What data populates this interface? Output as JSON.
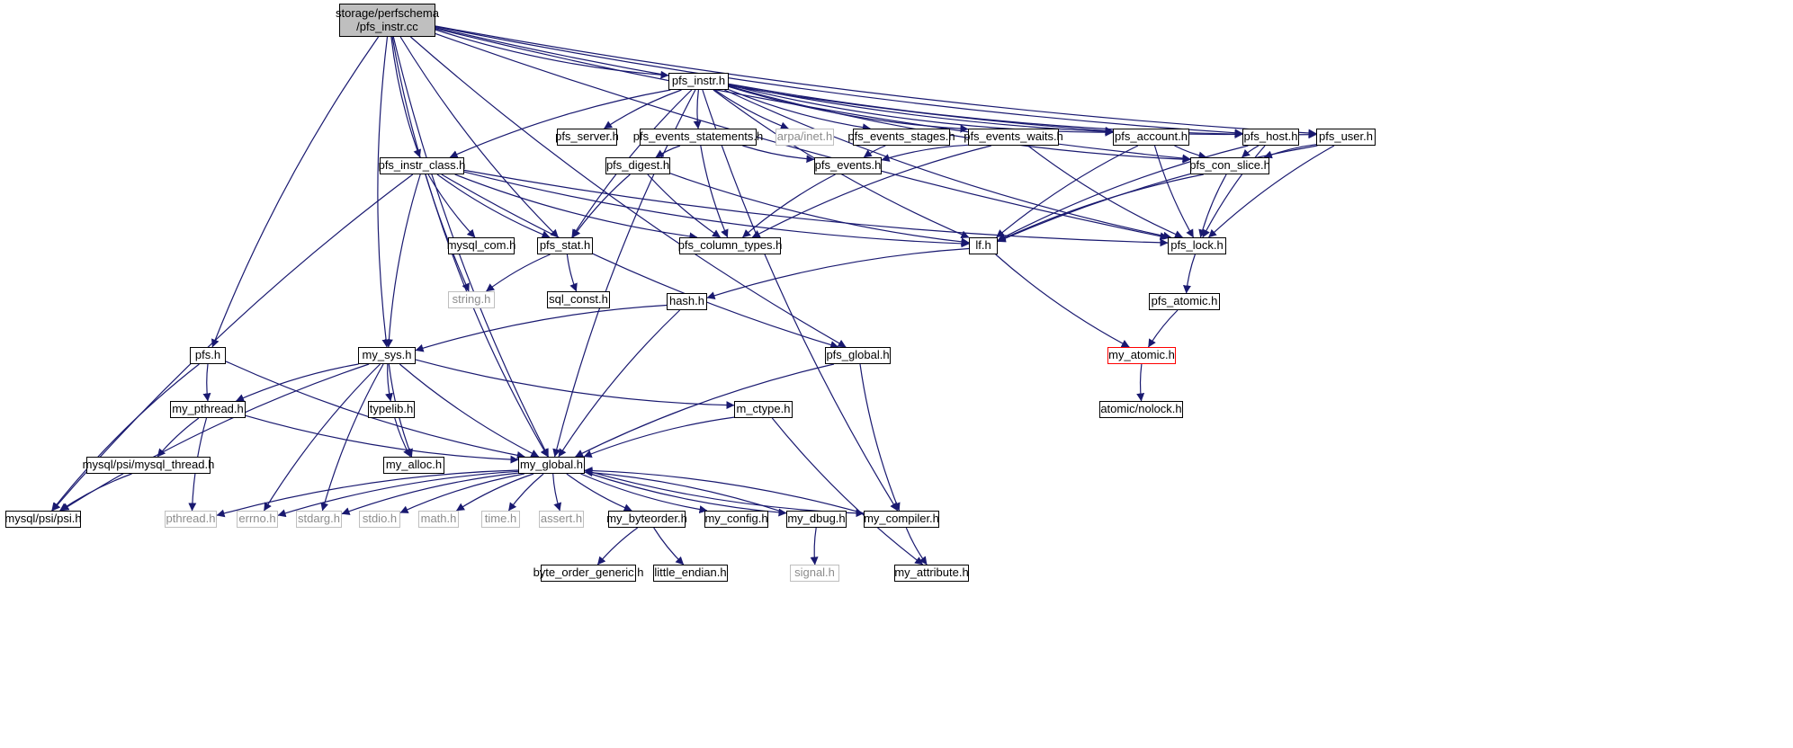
{
  "diagram": {
    "nodes": [
      {
        "id": "root",
        "label": "storage/perfschema\n/pfs_instr.cc",
        "kind": "root"
      },
      {
        "id": "pfs_instr_h",
        "label": "pfs_instr.h",
        "kind": "normal"
      },
      {
        "id": "pfs_server_h",
        "label": "pfs_server.h",
        "kind": "normal"
      },
      {
        "id": "pfs_events_statements_h",
        "label": "pfs_events_statements.h",
        "kind": "normal"
      },
      {
        "id": "arpa_inet_h",
        "label": "arpa/inet.h",
        "kind": "missing"
      },
      {
        "id": "pfs_events_stages_h",
        "label": "pfs_events_stages.h",
        "kind": "normal"
      },
      {
        "id": "pfs_events_waits_h",
        "label": "pfs_events_waits.h",
        "kind": "normal"
      },
      {
        "id": "pfs_account_h",
        "label": "pfs_account.h",
        "kind": "normal"
      },
      {
        "id": "pfs_host_h",
        "label": "pfs_host.h",
        "kind": "normal"
      },
      {
        "id": "pfs_user_h",
        "label": "pfs_user.h",
        "kind": "normal"
      },
      {
        "id": "pfs_instr_class_h",
        "label": "pfs_instr_class.h",
        "kind": "normal"
      },
      {
        "id": "pfs_digest_h",
        "label": "pfs_digest.h",
        "kind": "normal"
      },
      {
        "id": "pfs_events_h",
        "label": "pfs_events.h",
        "kind": "normal"
      },
      {
        "id": "pfs_con_slice_h",
        "label": "pfs_con_slice.h",
        "kind": "normal"
      },
      {
        "id": "mysql_com_h",
        "label": "mysql_com.h",
        "kind": "normal"
      },
      {
        "id": "pfs_stat_h",
        "label": "pfs_stat.h",
        "kind": "normal"
      },
      {
        "id": "pfs_column_types_h",
        "label": "pfs_column_types.h",
        "kind": "normal"
      },
      {
        "id": "lf_h",
        "label": "lf.h",
        "kind": "normal"
      },
      {
        "id": "pfs_lock_h",
        "label": "pfs_lock.h",
        "kind": "normal"
      },
      {
        "id": "string_h",
        "label": "string.h",
        "kind": "missing"
      },
      {
        "id": "sql_const_h",
        "label": "sql_const.h",
        "kind": "normal"
      },
      {
        "id": "hash_h",
        "label": "hash.h",
        "kind": "normal"
      },
      {
        "id": "pfs_atomic_h",
        "label": "pfs_atomic.h",
        "kind": "normal"
      },
      {
        "id": "pfs_h",
        "label": "pfs.h",
        "kind": "normal"
      },
      {
        "id": "my_sys_h",
        "label": "my_sys.h",
        "kind": "normal"
      },
      {
        "id": "pfs_global_h",
        "label": "pfs_global.h",
        "kind": "normal"
      },
      {
        "id": "my_atomic_h",
        "label": "my_atomic.h",
        "kind": "truncated"
      },
      {
        "id": "my_pthread_h",
        "label": "my_pthread.h",
        "kind": "normal"
      },
      {
        "id": "typelib_h",
        "label": "typelib.h",
        "kind": "normal"
      },
      {
        "id": "m_ctype_h",
        "label": "m_ctype.h",
        "kind": "normal"
      },
      {
        "id": "atomic_nolock_h",
        "label": "atomic/nolock.h",
        "kind": "normal"
      },
      {
        "id": "mysql_thread_h",
        "label": "mysql/psi/mysql_thread.h",
        "kind": "normal"
      },
      {
        "id": "my_alloc_h",
        "label": "my_alloc.h",
        "kind": "normal"
      },
      {
        "id": "my_global_h",
        "label": "my_global.h",
        "kind": "normal"
      },
      {
        "id": "psi_h",
        "label": "mysql/psi/psi.h",
        "kind": "normal"
      },
      {
        "id": "pthread_h",
        "label": "pthread.h",
        "kind": "missing"
      },
      {
        "id": "errno_h",
        "label": "errno.h",
        "kind": "missing"
      },
      {
        "id": "stdarg_h",
        "label": "stdarg.h",
        "kind": "missing"
      },
      {
        "id": "stdio_h",
        "label": "stdio.h",
        "kind": "missing"
      },
      {
        "id": "math_h",
        "label": "math.h",
        "kind": "missing"
      },
      {
        "id": "time_h",
        "label": "time.h",
        "kind": "missing"
      },
      {
        "id": "assert_h",
        "label": "assert.h",
        "kind": "missing"
      },
      {
        "id": "my_byteorder_h",
        "label": "my_byteorder.h",
        "kind": "normal"
      },
      {
        "id": "my_config_h",
        "label": "my_config.h",
        "kind": "normal"
      },
      {
        "id": "my_dbug_h",
        "label": "my_dbug.h",
        "kind": "normal"
      },
      {
        "id": "my_compiler_h",
        "label": "my_compiler.h",
        "kind": "normal"
      },
      {
        "id": "byte_order_generic_h",
        "label": "byte_order_generic.h",
        "kind": "normal"
      },
      {
        "id": "little_endian_h",
        "label": "little_endian.h",
        "kind": "normal"
      },
      {
        "id": "signal_h",
        "label": "signal.h",
        "kind": "missing"
      },
      {
        "id": "my_attribute_h",
        "label": "my_attribute.h",
        "kind": "normal"
      }
    ],
    "edges": [
      [
        "root",
        "pfs_instr_h"
      ],
      [
        "root",
        "pfs_instr_class_h"
      ],
      [
        "root",
        "pfs_stat_h"
      ],
      [
        "root",
        "string_h"
      ],
      [
        "root",
        "my_sys_h"
      ],
      [
        "root",
        "pfs_h"
      ],
      [
        "root",
        "my_global_h"
      ],
      [
        "root",
        "pfs_global_h"
      ],
      [
        "root",
        "pfs_account_h"
      ],
      [
        "root",
        "pfs_host_h"
      ],
      [
        "root",
        "pfs_user_h"
      ],
      [
        "root",
        "pfs_con_slice_h"
      ],
      [
        "root",
        "pfs_lock_h"
      ],
      [
        "pfs_instr_h",
        "pfs_server_h"
      ],
      [
        "pfs_instr_h",
        "pfs_events_statements_h"
      ],
      [
        "pfs_instr_h",
        "arpa_inet_h"
      ],
      [
        "pfs_instr_h",
        "pfs_events_stages_h"
      ],
      [
        "pfs_instr_h",
        "pfs_events_waits_h"
      ],
      [
        "pfs_instr_h",
        "pfs_account_h"
      ],
      [
        "pfs_instr_h",
        "pfs_host_h"
      ],
      [
        "pfs_instr_h",
        "pfs_user_h"
      ],
      [
        "pfs_instr_h",
        "pfs_instr_class_h"
      ],
      [
        "pfs_instr_h",
        "pfs_stat_h"
      ],
      [
        "pfs_instr_h",
        "lf_h"
      ],
      [
        "pfs_instr_h",
        "my_global_h"
      ],
      [
        "pfs_instr_h",
        "my_compiler_h"
      ],
      [
        "pfs_instr_h",
        "pfs_con_slice_h"
      ],
      [
        "pfs_instr_h",
        "pfs_lock_h"
      ],
      [
        "pfs_events_statements_h",
        "pfs_digest_h"
      ],
      [
        "pfs_events_statements_h",
        "pfs_events_h"
      ],
      [
        "pfs_events_statements_h",
        "pfs_column_types_h"
      ],
      [
        "pfs_events_stages_h",
        "pfs_events_h"
      ],
      [
        "pfs_events_waits_h",
        "pfs_events_h"
      ],
      [
        "pfs_events_waits_h",
        "pfs_column_types_h"
      ],
      [
        "pfs_events_waits_h",
        "pfs_lock_h"
      ],
      [
        "pfs_account_h",
        "lf_h"
      ],
      [
        "pfs_account_h",
        "pfs_con_slice_h"
      ],
      [
        "pfs_account_h",
        "pfs_lock_h"
      ],
      [
        "pfs_host_h",
        "lf_h"
      ],
      [
        "pfs_host_h",
        "pfs_con_slice_h"
      ],
      [
        "pfs_host_h",
        "pfs_lock_h"
      ],
      [
        "pfs_user_h",
        "lf_h"
      ],
      [
        "pfs_user_h",
        "pfs_con_slice_h"
      ],
      [
        "pfs_user_h",
        "pfs_lock_h"
      ],
      [
        "pfs_con_slice_h",
        "lf_h"
      ],
      [
        "pfs_con_slice_h",
        "pfs_lock_h"
      ],
      [
        "pfs_digest_h",
        "pfs_stat_h"
      ],
      [
        "pfs_digest_h",
        "pfs_column_types_h"
      ],
      [
        "pfs_digest_h",
        "lf_h"
      ],
      [
        "pfs_events_h",
        "pfs_column_types_h"
      ],
      [
        "pfs_instr_class_h",
        "mysql_com_h"
      ],
      [
        "pfs_instr_class_h",
        "pfs_stat_h"
      ],
      [
        "pfs_instr_class_h",
        "pfs_column_types_h"
      ],
      [
        "pfs_instr_class_h",
        "lf_h"
      ],
      [
        "pfs_instr_class_h",
        "pfs_lock_h"
      ],
      [
        "pfs_instr_class_h",
        "pfs_global_h"
      ],
      [
        "pfs_instr_class_h",
        "my_sys_h"
      ],
      [
        "pfs_instr_class_h",
        "my_global_h"
      ],
      [
        "pfs_instr_class_h",
        "psi_h"
      ],
      [
        "pfs_stat_h",
        "string_h"
      ],
      [
        "pfs_stat_h",
        "sql_const_h"
      ],
      [
        "lf_h",
        "hash_h"
      ],
      [
        "lf_h",
        "my_atomic_h"
      ],
      [
        "pfs_lock_h",
        "pfs_atomic_h"
      ],
      [
        "pfs_atomic_h",
        "my_atomic_h"
      ],
      [
        "hash_h",
        "my_sys_h"
      ],
      [
        "hash_h",
        "my_global_h"
      ],
      [
        "my_atomic_h",
        "atomic_nolock_h"
      ],
      [
        "pfs_h",
        "my_pthread_h"
      ],
      [
        "pfs_h",
        "psi_h"
      ],
      [
        "pfs_h",
        "my_global_h"
      ],
      [
        "my_sys_h",
        "my_pthread_h"
      ],
      [
        "my_sys_h",
        "typelib_h"
      ],
      [
        "my_sys_h",
        "my_alloc_h"
      ],
      [
        "my_sys_h",
        "m_ctype_h"
      ],
      [
        "my_sys_h",
        "my_global_h"
      ],
      [
        "my_sys_h",
        "psi_h"
      ],
      [
        "my_sys_h",
        "errno_h"
      ],
      [
        "my_sys_h",
        "stdarg_h"
      ],
      [
        "pfs_global_h",
        "my_global_h"
      ],
      [
        "pfs_global_h",
        "my_compiler_h"
      ],
      [
        "my_pthread_h",
        "mysql_thread_h"
      ],
      [
        "my_pthread_h",
        "my_global_h"
      ],
      [
        "my_pthread_h",
        "pthread_h"
      ],
      [
        "typelib_h",
        "my_alloc_h"
      ],
      [
        "m_ctype_h",
        "my_global_h"
      ],
      [
        "m_ctype_h",
        "my_attribute_h"
      ],
      [
        "mysql_thread_h",
        "psi_h"
      ],
      [
        "my_global_h",
        "pthread_h"
      ],
      [
        "my_global_h",
        "errno_h"
      ],
      [
        "my_global_h",
        "stdarg_h"
      ],
      [
        "my_global_h",
        "stdio_h"
      ],
      [
        "my_global_h",
        "math_h"
      ],
      [
        "my_global_h",
        "time_h"
      ],
      [
        "my_global_h",
        "assert_h"
      ],
      [
        "my_global_h",
        "my_byteorder_h"
      ],
      [
        "my_global_h",
        "my_config_h"
      ],
      [
        "my_global_h",
        "my_dbug_h"
      ],
      [
        "my_global_h",
        "my_compiler_h"
      ],
      [
        "my_byteorder_h",
        "byte_order_generic_h"
      ],
      [
        "my_byteorder_h",
        "little_endian_h"
      ],
      [
        "my_dbug_h",
        "signal_h"
      ],
      [
        "my_dbug_h",
        "my_global_h"
      ],
      [
        "my_compiler_h",
        "my_attribute_h"
      ],
      [
        "my_compiler_h",
        "my_global_h"
      ]
    ]
  },
  "colors": {
    "edge": "#191970",
    "node_border": "#000000",
    "root_fill": "#bfbfbf",
    "missing_border": "#bfbfbf",
    "missing_text": "#8c8c8c",
    "truncated_border": "#ff0000"
  }
}
